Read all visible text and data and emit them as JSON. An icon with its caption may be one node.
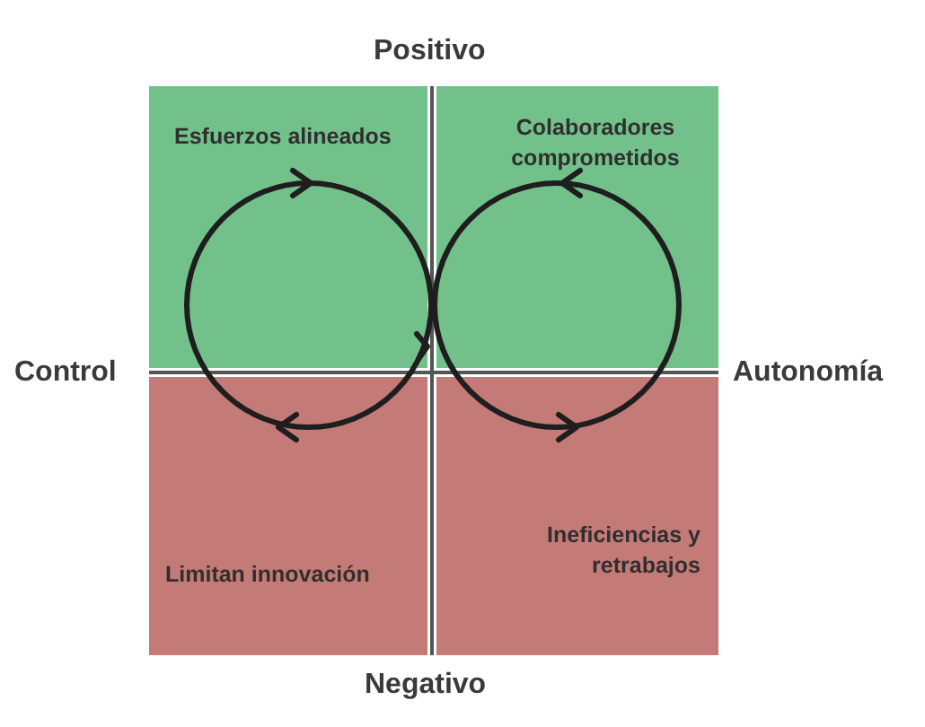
{
  "diagram": {
    "nodes": [
      {
        "text": [
          "Esfuerzos alineados"
        ]
      },
      {
        "text": [
          "Colaboradores comprometidos"
        ]
      },
      {
        "text": [
          "Limitan innovación"
        ]
      },
      {
        "text": [
          "Ineficiencias y retrabajos"
        ]
      }
    ],
    "labels": [
      "Positivo",
      "Control",
      "Autonomía",
      "Negativo"
    ]
  }
}
